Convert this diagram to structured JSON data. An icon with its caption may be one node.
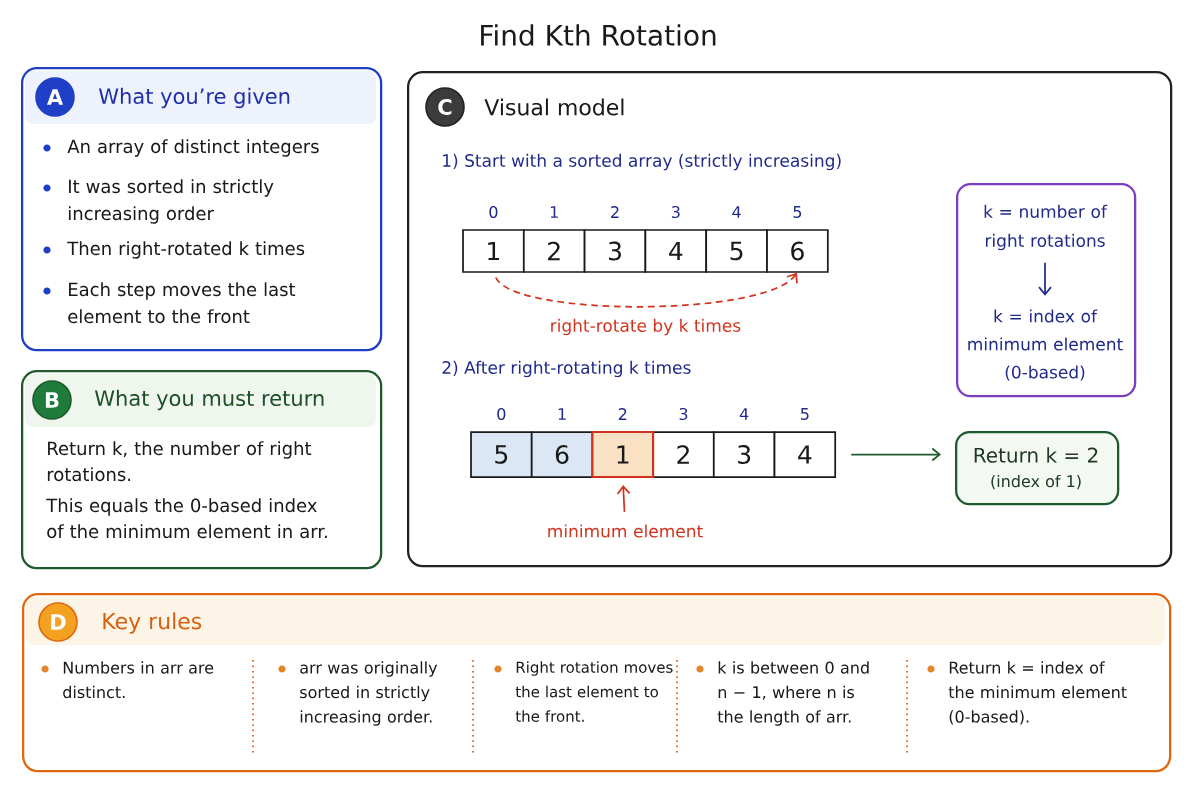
{
  "diagram": {
    "title": "Find Kth Rotation",
    "nodes": [
      {
        "text": [
          "What you’re given",
          "An array of distinct integers",
          "It was sorted in strictly increasing order",
          "Then right-rotated k times",
          "Each step moves the last element to the front"
        ]
      },
      {
        "text": [
          "A"
        ],
        "in": 0
      },
      {
        "text": [
          "What you must return",
          "Return k, the number of right rotations.",
          "This equals the 0-based index of the minimum element in arr."
        ]
      },
      {
        "text": [
          "B"
        ],
        "in": 2
      },
      {
        "text": [
          "Visual model",
          "1) Start with a sorted array (strictly increasing)",
          "2) After right-rotating k times"
        ]
      },
      {
        "text": [
          "C"
        ],
        "in": 4
      },
      {
        "text": [
          "1"
        ],
        "beside": [
          "0"
        ],
        "in": 4
      },
      {
        "text": [
          "2"
        ],
        "beside": [
          "1"
        ],
        "in": 4
      },
      {
        "text": [
          "3"
        ],
        "beside": [
          "2"
        ],
        "in": 4
      },
      {
        "text": [
          "4"
        ],
        "beside": [
          "3"
        ],
        "in": 4
      },
      {
        "text": [
          "5"
        ],
        "beside": [
          "4"
        ],
        "in": 4
      },
      {
        "text": [
          "6"
        ],
        "beside": [
          "5"
        ],
        "in": 4
      },
      {
        "text": [],
        "shape": "box",
        "in": 4
      },
      {
        "text": [
          "k = number of right rotations"
        ],
        "in": 12
      },
      {
        "text": [
          "k = index of minimum element (0-based)"
        ],
        "in": 12
      },
      {
        "text": [
          "5"
        ],
        "beside": [
          "0"
        ],
        "in": 4
      },
      {
        "text": [
          "6"
        ],
        "beside": [
          "1"
        ],
        "in": 4
      },
      {
        "text": [
          "1"
        ],
        "beside": [
          "2"
        ],
        "in": 4
      },
      {
        "text": [
          "2"
        ],
        "beside": [
          "3"
        ],
        "in": 4
      },
      {
        "text": [
          "3"
        ],
        "beside": [
          "4"
        ],
        "in": 4
      },
      {
        "text": [
          "4"
        ],
        "beside": [
          "5"
        ],
        "in": 4
      },
      {
        "text": [
          "Return k = 2",
          "(index of 1)"
        ],
        "in": 4
      },
      {
        "text": [
          "minimum element"
        ],
        "in": 4
      },
      {
        "text": [
          "Key rules",
          "Numbers in arr are distinct.",
          "arr was originally sorted in strictly increasing order.",
          "Right rotation moves the last element to the front.",
          "k is between 0 and n − 1, where n is the length of arr.",
          "Return k = index of the minimum element (0-based)."
        ]
      },
      {
        "text": [
          "D"
        ],
        "in": 23
      }
    ],
    "edges": [
      {
        "from": 6,
        "to": 11,
        "arrow": "to",
        "label": "right-rotate by k times",
        "style": "dashed",
        "color": "#d3321c"
      },
      {
        "from": 13,
        "to": 14,
        "arrow": "to",
        "color": "#1f2a8a"
      },
      {
        "from": 20,
        "to": 21,
        "arrow": "to",
        "color": "#1f5a2c"
      },
      {
        "from": 22,
        "to": 17,
        "arrow": "to",
        "color": "#d3321c"
      }
    ]
  }
}
